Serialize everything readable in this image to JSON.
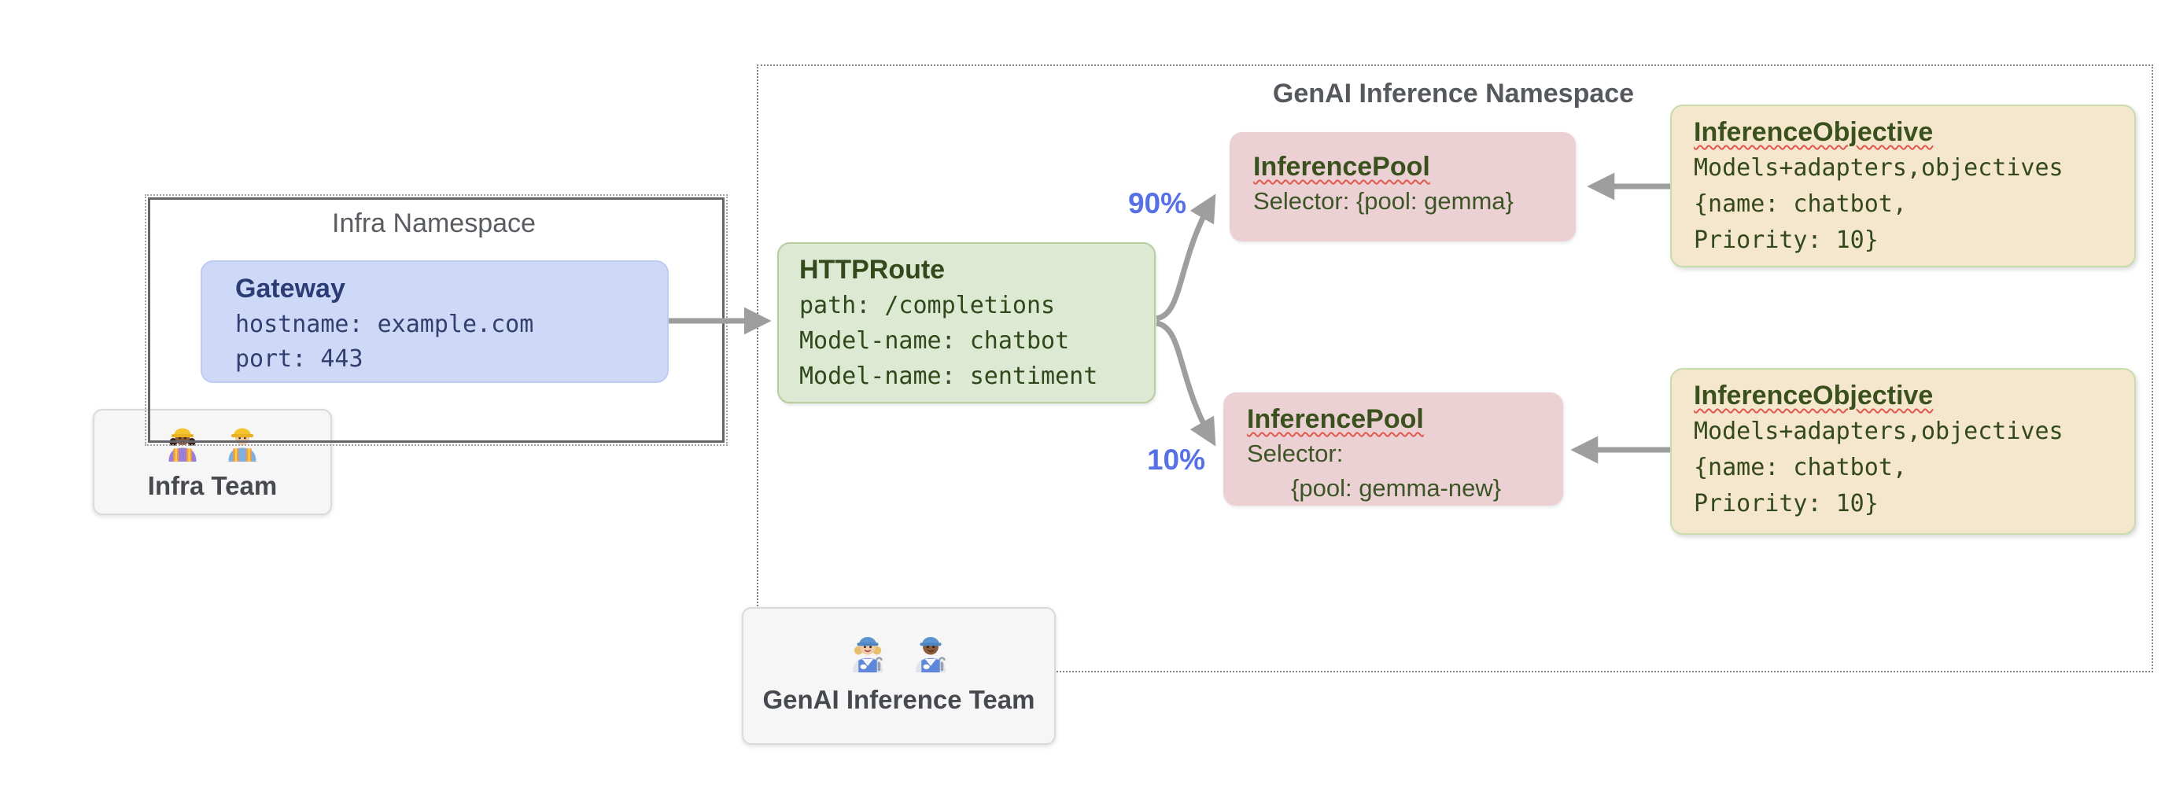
{
  "palette": {
    "gateway_bg": "#cdd9f7",
    "httproute_bg": "#dde9d3",
    "pool_bg": "#ecd1d4",
    "objective_bg": "#f5e7cd",
    "team_bg": "#f6f6f7",
    "arrow_gray": "#9e9e9e",
    "percent_blue": "#5571e5",
    "title_green": "#3a511d",
    "gateway_navy": "#2c3c74",
    "namespace_gray": "#55585c",
    "squiggle_red": "#e2574d"
  },
  "infra_namespace": {
    "title": "Infra Namespace"
  },
  "gateway": {
    "title": "Gateway",
    "lines": [
      "hostname: example.com",
      "port: 443"
    ]
  },
  "infra_team": {
    "label": "Infra Team",
    "icons": [
      "woman-construction-worker-icon",
      "man-construction-worker-icon"
    ]
  },
  "genai_namespace": {
    "title": "GenAI Inference Namespace"
  },
  "httproute": {
    "title": "HTTPRoute",
    "lines": [
      "path: /completions",
      "Model-name: chatbot",
      "Model-name: sentiment"
    ]
  },
  "traffic_split": {
    "top_percent": "90%",
    "bottom_percent": "10%"
  },
  "pool1": {
    "title": "InferencePool",
    "lines": [
      "Selector: {pool: gemma}"
    ]
  },
  "pool2": {
    "title": "InferencePool",
    "lines": [
      "Selector:",
      "{pool: gemma-new}"
    ]
  },
  "objective1": {
    "title": "InferenceObjective",
    "lines": [
      "Models+adapters,objectives",
      "{name: chatbot,",
      "Priority: 10}"
    ]
  },
  "objective2": {
    "title": "InferenceObjective",
    "lines": [
      "Models+adapters,objectives",
      "{name: chatbot,",
      "Priority: 10}"
    ]
  },
  "genai_team": {
    "label": "GenAI Inference Team",
    "icons": [
      "woman-mechanic-icon",
      "man-mechanic-icon"
    ]
  }
}
